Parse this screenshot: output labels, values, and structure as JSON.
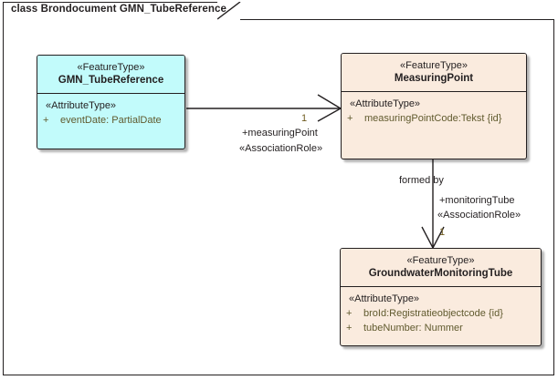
{
  "diagram": {
    "tab_label": "class Brondocument GMN_TubeReference",
    "colors": {
      "feature_type_source": "#c2fbfb",
      "feature_type_target": "#faebde",
      "border": "#231f20",
      "attribute_text": "#605a2e",
      "multiplicity_text": "#6e5a1e"
    },
    "classes": [
      {
        "id": "gmn-tubereference",
        "stereotype": "«FeatureType»",
        "name": "GMN_TubeReference",
        "fill": "#c2fbfb",
        "compartment_stereotype": "«AttributeType»",
        "attributes": [
          {
            "visibility": "+",
            "text": "eventDate: PartialDate"
          }
        ]
      },
      {
        "id": "measuringpoint",
        "stereotype": "«FeatureType»",
        "name": "MeasuringPoint",
        "fill": "#faebde",
        "compartment_stereotype": "«AttributeType»",
        "attributes": [
          {
            "visibility": "+",
            "text": "measuringPointCode:Tekst {id}"
          }
        ]
      },
      {
        "id": "groundwatermonitoringtube",
        "stereotype": "«FeatureType»",
        "name": "GroundwaterMonitoringTube",
        "fill": "#faebde",
        "compartment_stereotype": "«AttributeType»",
        "attributes": [
          {
            "visibility": "+",
            "text": "broId:Registratieobjectcode {id}"
          },
          {
            "visibility": "+",
            "text": "tubeNumber: Nummer"
          }
        ]
      }
    ],
    "associations": [
      {
        "id": "assoc-measuringpoint",
        "source": "GMN_TubeReference",
        "target": "MeasuringPoint",
        "target_multiplicity": "1",
        "role_name": "+measuringPoint",
        "role_stereotype": "«AssociationRole»"
      },
      {
        "id": "assoc-monitoringtube",
        "source": "MeasuringPoint",
        "target": "GroundwaterMonitoringTube",
        "name": "formed by",
        "target_multiplicity": "1",
        "role_name": "+monitoringTube",
        "role_stereotype": "«AssociationRole»"
      }
    ]
  }
}
